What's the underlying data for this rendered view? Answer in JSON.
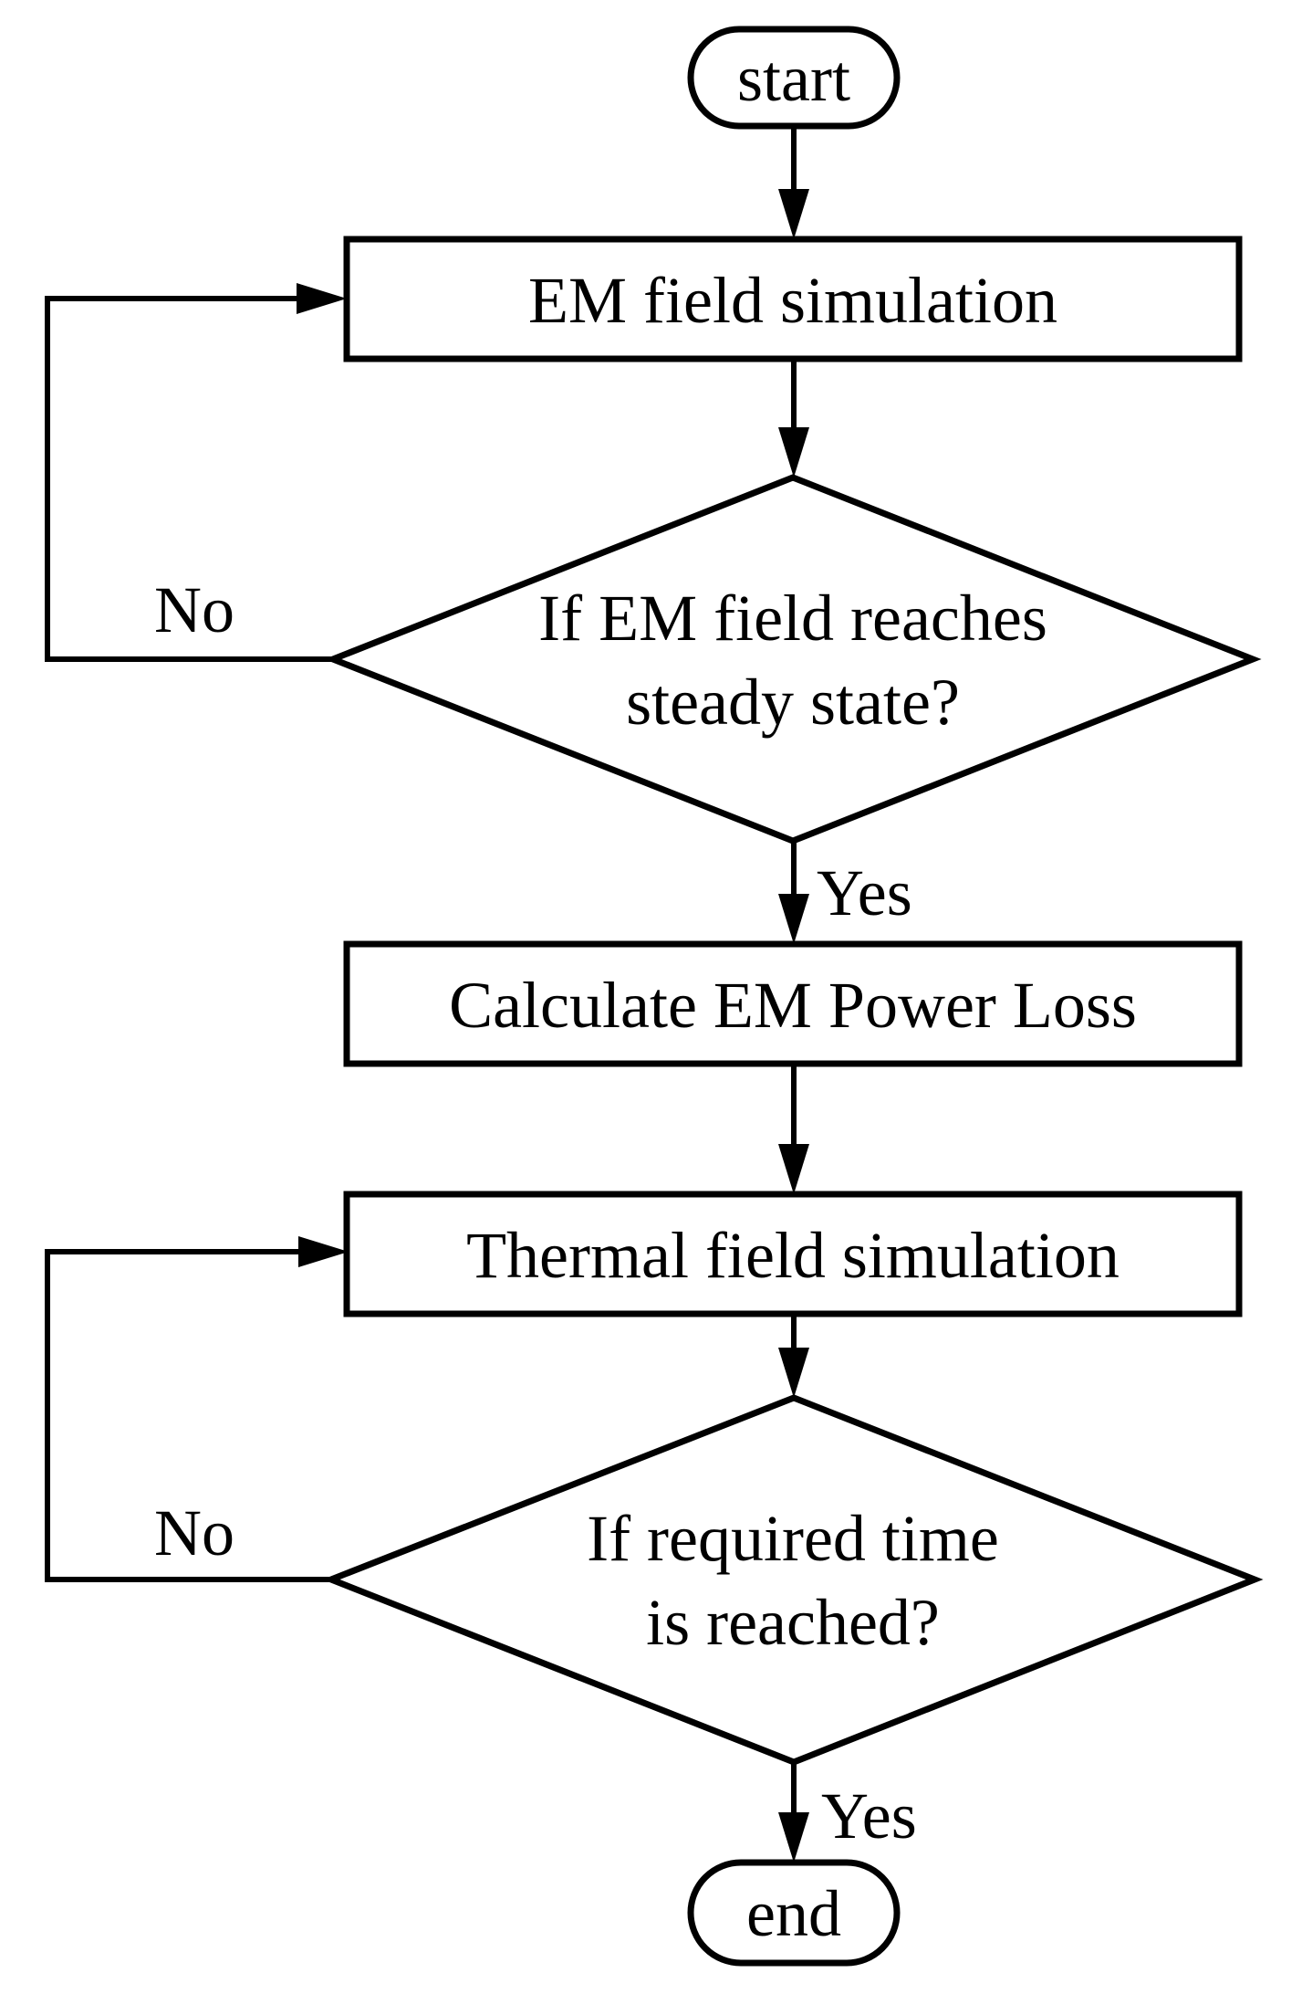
{
  "flowchart": {
    "nodes": {
      "start": {
        "label": "start",
        "type": "terminator"
      },
      "em_simulation": {
        "label": "EM field simulation",
        "type": "process"
      },
      "em_steady_decision": {
        "line1": "If EM field reaches",
        "line2": "steady state?",
        "type": "decision"
      },
      "calculate_loss": {
        "label": "Calculate EM Power Loss",
        "type": "process"
      },
      "thermal_simulation": {
        "label": "Thermal field simulation",
        "type": "process"
      },
      "time_decision": {
        "line1": "If required time",
        "line2": "is reached?",
        "type": "decision"
      },
      "end": {
        "label": "end",
        "type": "terminator"
      }
    },
    "edge_labels": {
      "em_no": "No",
      "em_yes": "Yes",
      "time_no": "No",
      "time_yes": "Yes"
    },
    "colors": {
      "line": "#000000",
      "text": "#000000",
      "background": "#ffffff"
    }
  }
}
